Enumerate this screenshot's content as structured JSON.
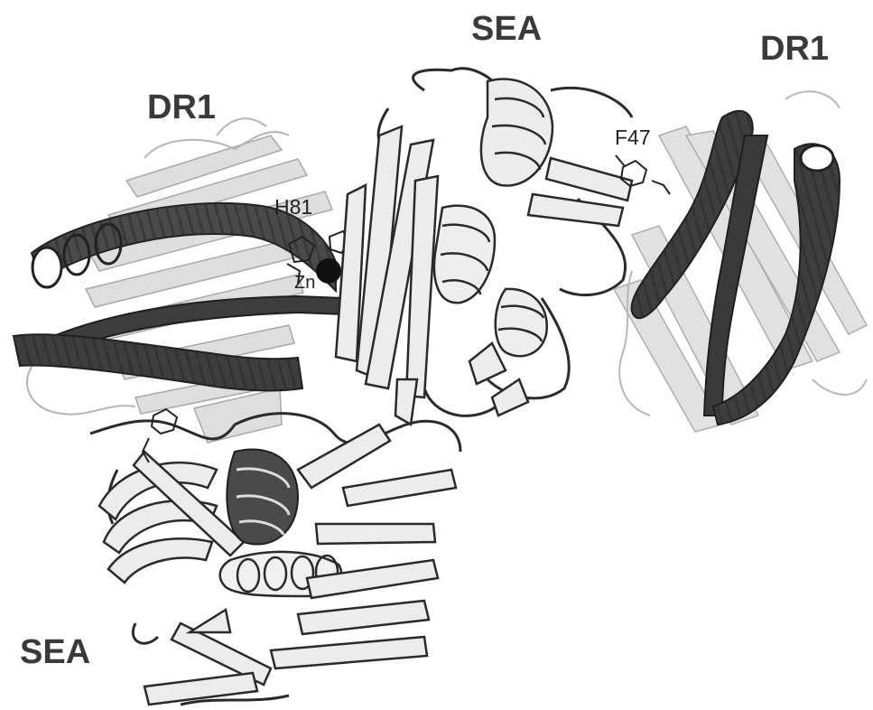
{
  "labels": {
    "sea_top": "SEA",
    "dr1_left": "DR1",
    "dr1_right": "DR1",
    "sea_bottom": "SEA",
    "h81": "H81",
    "f47": "F47",
    "zn": "Zn"
  },
  "colors": {
    "dark_helix": "#3c3c3c",
    "light_ribbon": "#e9e9e9",
    "ribbon_outline": "#2e2e2e",
    "faint_strand": "#bdbdbd",
    "label_text": "#3a3a3a"
  }
}
